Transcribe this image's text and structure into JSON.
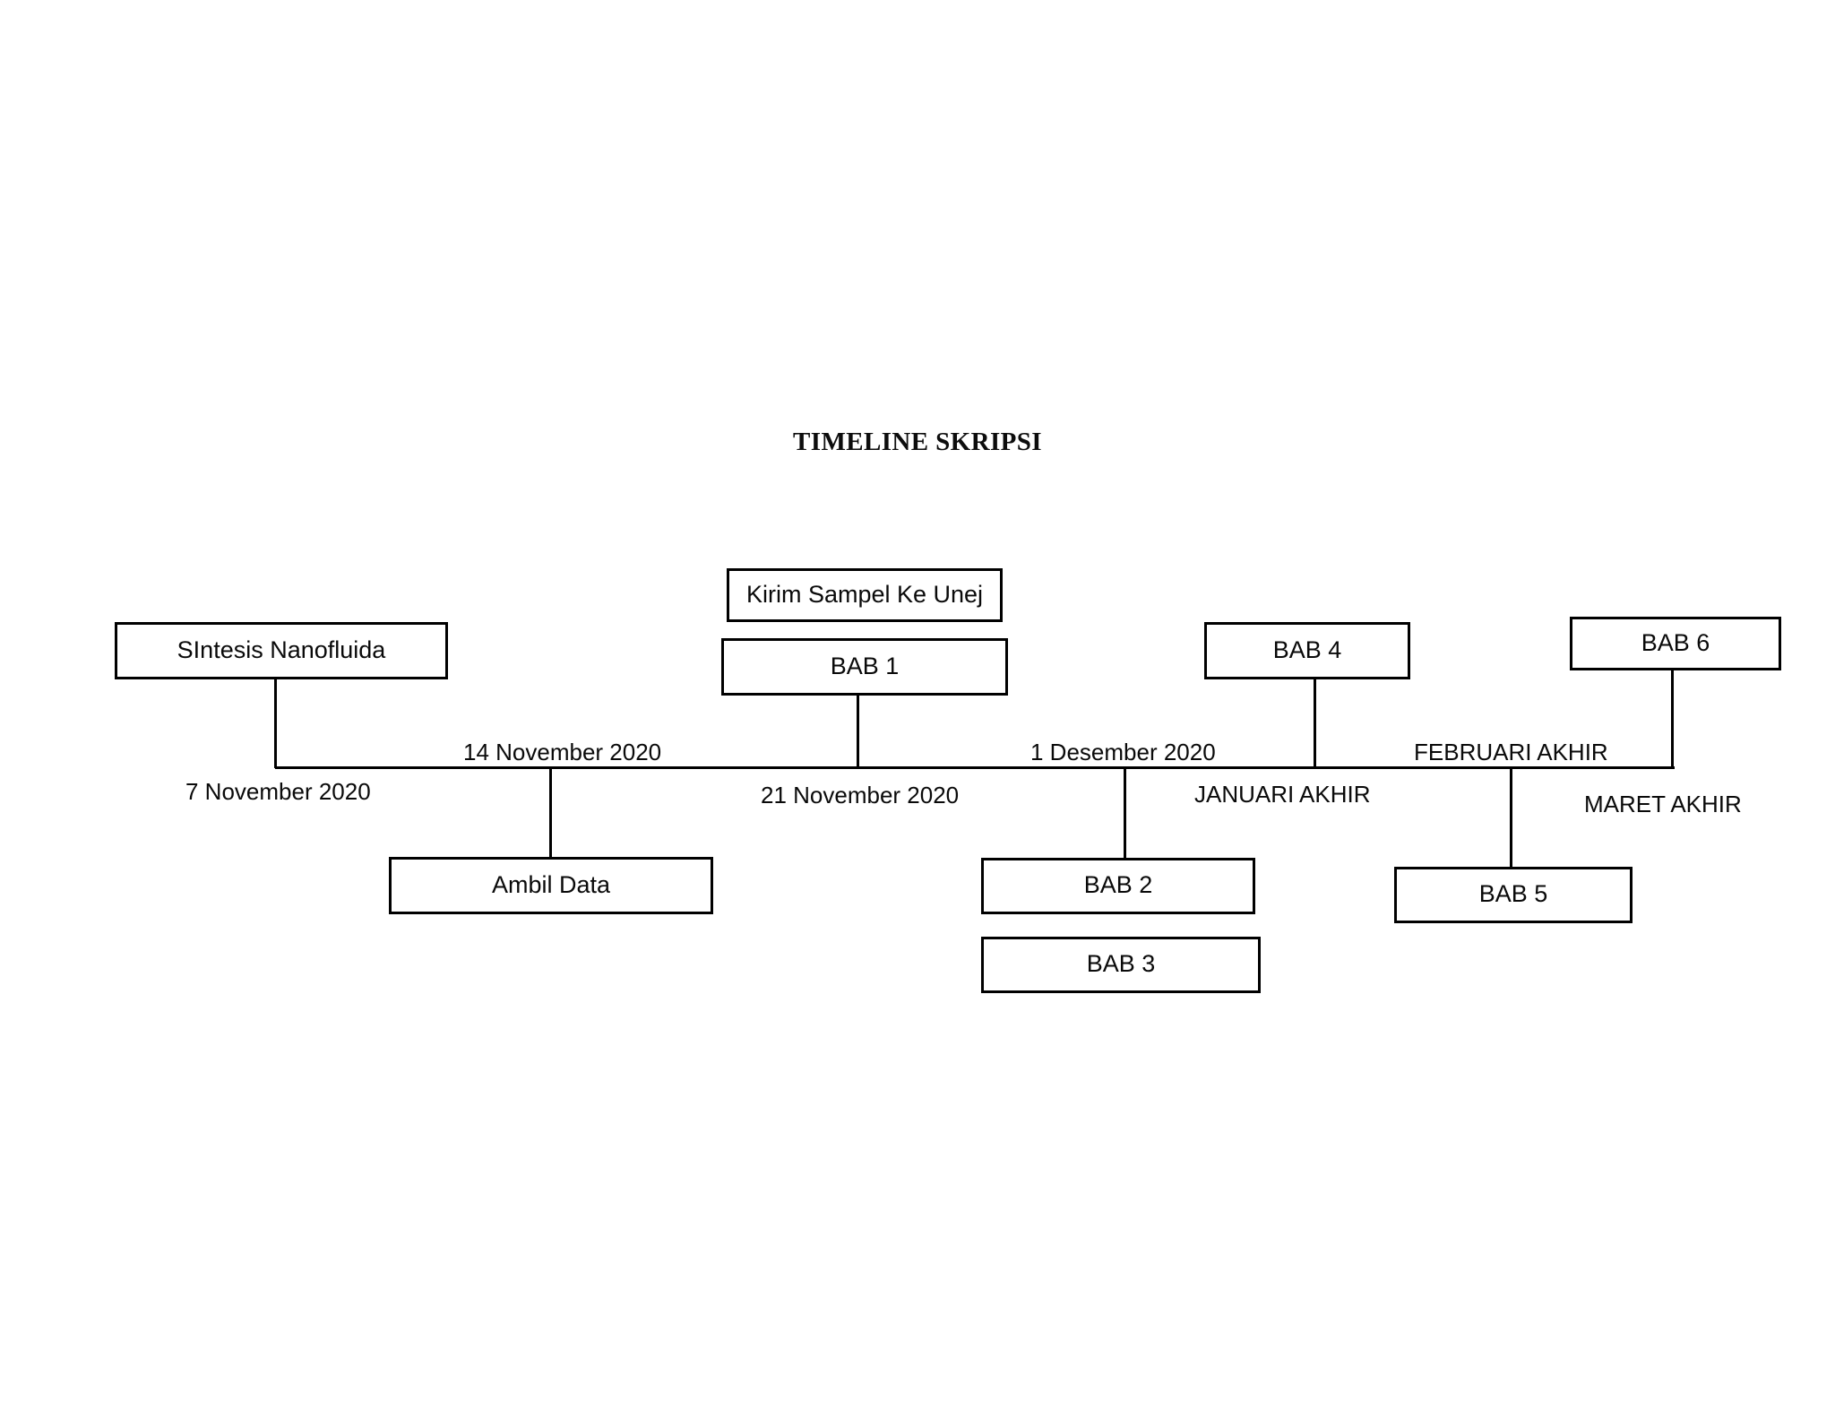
{
  "title": "TIMELINE SKRIPSI",
  "chart_data": {
    "type": "table",
    "title": "TIMELINE SKRIPSI",
    "description": "Horizontal timeline of thesis (skripsi) milestones with task boxes placed above and below the axis",
    "milestones": [
      {
        "date": "7 November 2020",
        "task": "SIntesis Nanofluida",
        "side": "above"
      },
      {
        "date": "14 November 2020",
        "task": "Ambil Data",
        "side": "below"
      },
      {
        "date": "21 November 2020",
        "task": "Kirim Sampel Ke Unej / BAB 1",
        "side": "above"
      },
      {
        "date": "1 Desember 2020",
        "task": "BAB 2 / BAB 3",
        "side": "below"
      },
      {
        "date": "JANUARI AKHIR",
        "task": "BAB 4",
        "side": "above"
      },
      {
        "date": "FEBRUARI AKHIR",
        "task": "BAB 5",
        "side": "below"
      },
      {
        "date": "MARET AKHIR",
        "task": "BAB 6",
        "side": "above"
      }
    ]
  },
  "boxes": {
    "sintesis_nanofluida": "SIntesis Nanofluida",
    "kirim_sampel": "Kirim Sampel Ke Unej",
    "bab1": "BAB 1",
    "bab4": "BAB 4",
    "bab6": "BAB 6",
    "ambil_data": "Ambil Data",
    "bab2": "BAB 2",
    "bab3": "BAB 3",
    "bab5": "BAB 5"
  },
  "dates": {
    "d1": "7 November 2020",
    "d2": "14 November 2020",
    "d3": "21 November 2020",
    "d4": "1 Desember 2020",
    "d5": "JANUARI AKHIR",
    "d6": "FEBRUARI AKHIR",
    "d7": "MARET AKHIR"
  },
  "colors": {
    "line": "#000000",
    "text": "#0a0a0a",
    "background": "#ffffff"
  }
}
